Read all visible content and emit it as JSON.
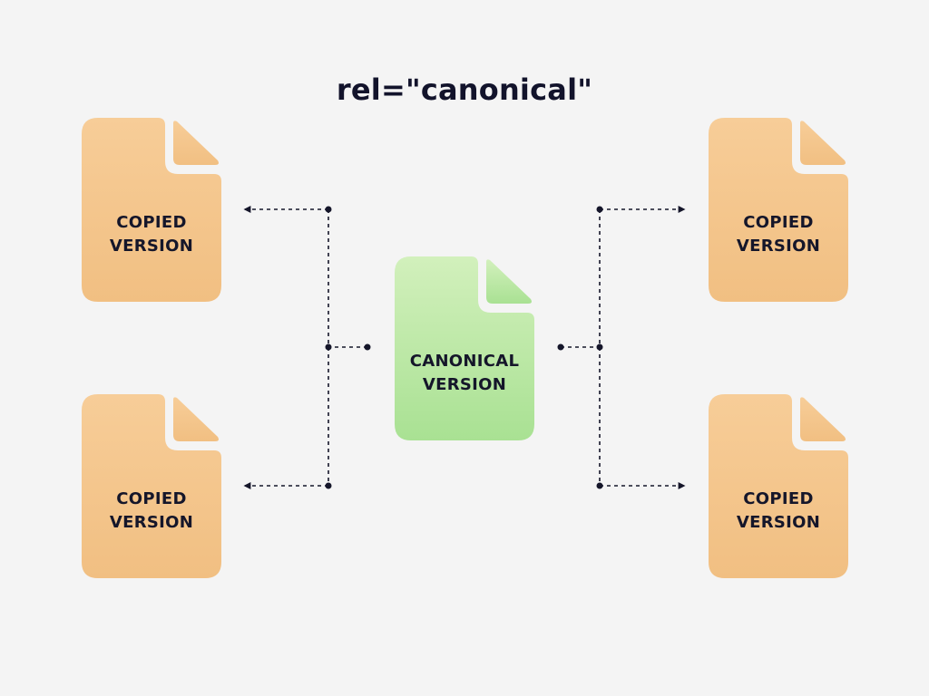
{
  "title": "rel=\"canonical\"",
  "colors": {
    "background": "#f4f4f4",
    "copied_fill_top": "#f7cd98",
    "copied_fill_bottom": "#f1bf82",
    "canonical_fill_top": "#d2f0bc",
    "canonical_fill_bottom": "#a9e193",
    "text": "#15162a",
    "connector": "#15162a"
  },
  "canonical": {
    "line1": "CANONICAL",
    "line2": "VERSION"
  },
  "copies": [
    {
      "id": "top-left",
      "line1": "COPIED",
      "line2": "VERSION"
    },
    {
      "id": "bottom-left",
      "line1": "COPIED",
      "line2": "VERSION"
    },
    {
      "id": "top-right",
      "line1": "COPIED",
      "line2": "VERSION"
    },
    {
      "id": "bottom-right",
      "line1": "COPIED",
      "line2": "VERSION"
    }
  ]
}
